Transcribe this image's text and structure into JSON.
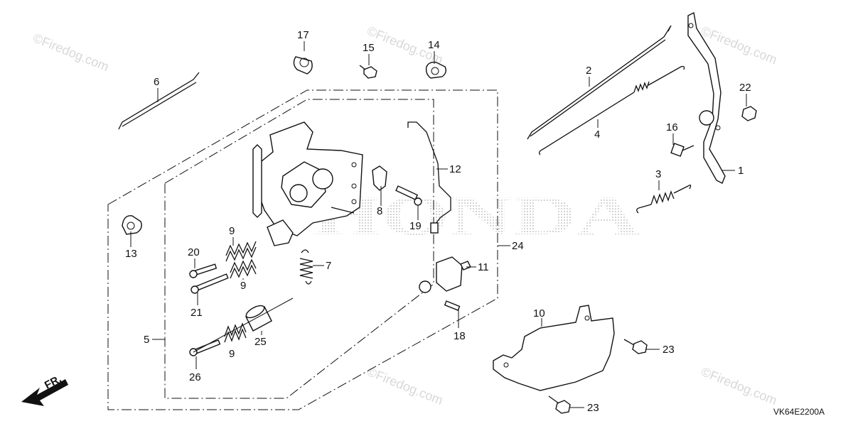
{
  "diagram": {
    "watermark_text": "©Firedog.com",
    "brand_text": "HONDA",
    "diagram_code": "VK64E2200A",
    "front_label": "FR.",
    "callouts": {
      "c1": "1",
      "c2": "2",
      "c3": "3",
      "c4": "4",
      "c5": "5",
      "c6": "6",
      "c7": "7",
      "c8": "8",
      "c9a": "9",
      "c9b": "9",
      "c9c": "9",
      "c10": "10",
      "c11": "11",
      "c12": "12",
      "c13": "13",
      "c14": "14",
      "c15": "15",
      "c16": "16",
      "c17": "17",
      "c18": "18",
      "c19": "19",
      "c20": "20",
      "c21": "21",
      "c22": "22",
      "c23a": "23",
      "c23b": "23",
      "c24": "24",
      "c25": "25",
      "c26": "26"
    }
  }
}
